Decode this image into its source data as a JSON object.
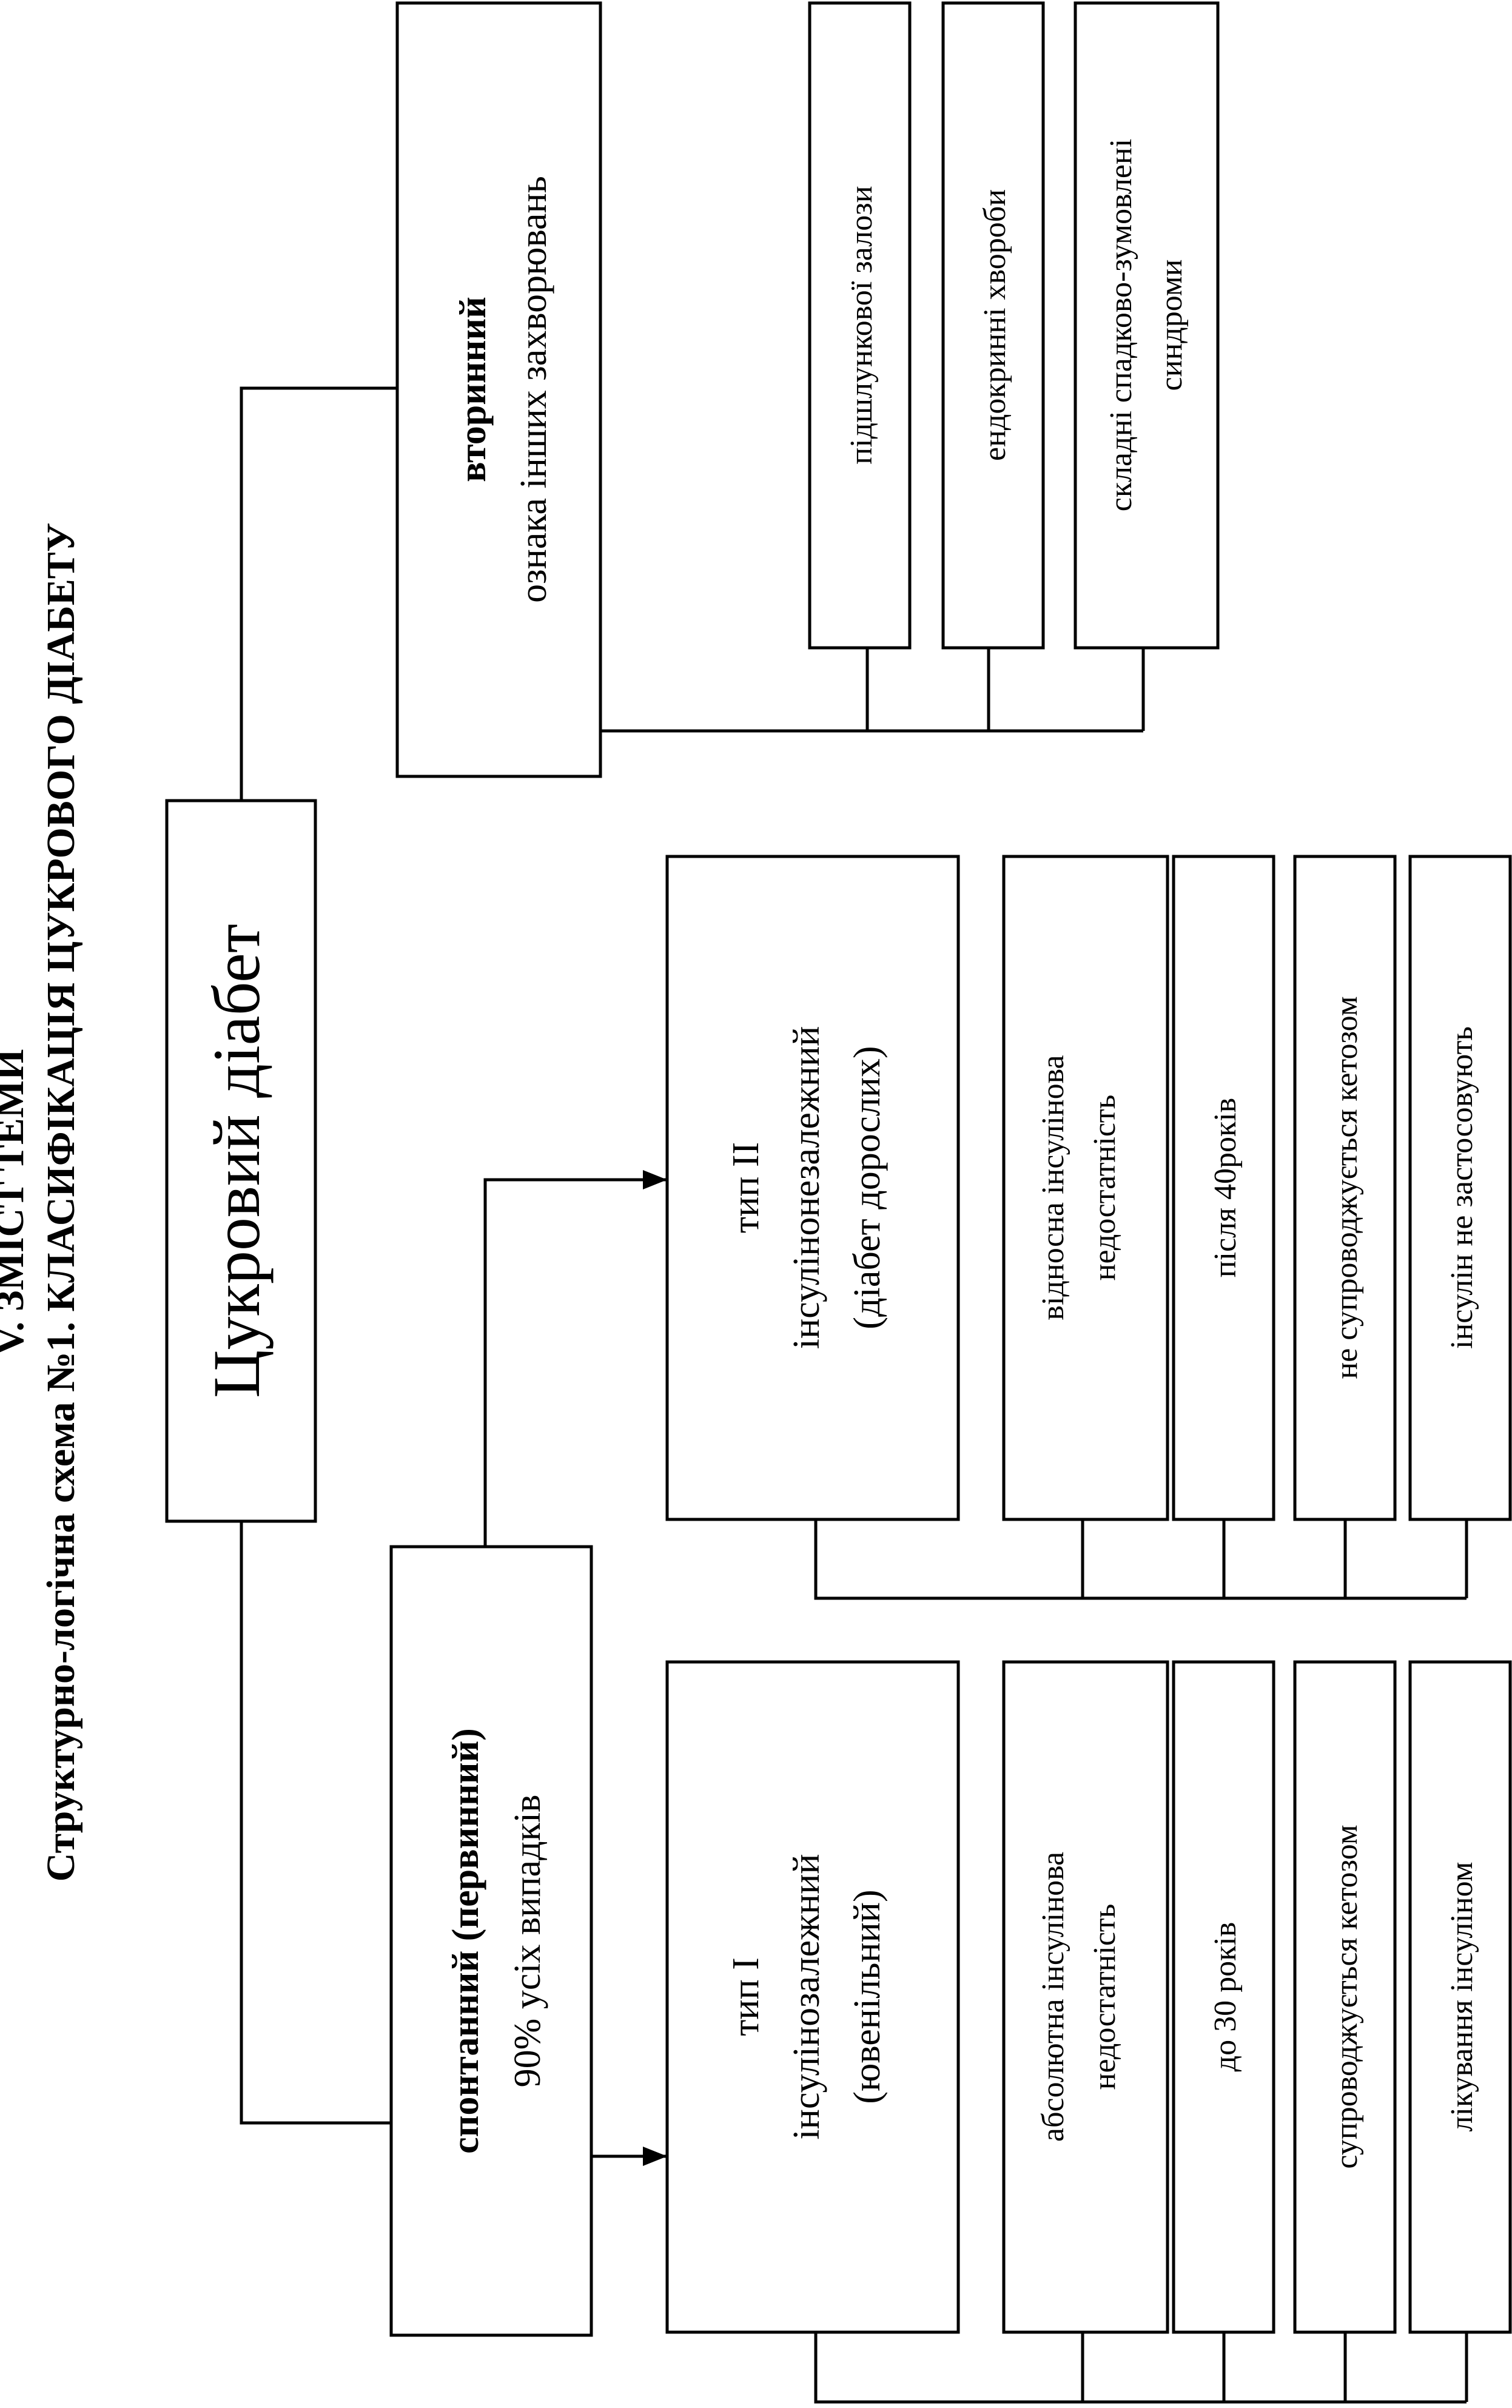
{
  "header": {
    "line1": "V. ЗМІСТ ТЕМИ",
    "line2": "Структурно-логічна схема №1. КЛАСИФІКАЦІЯ ЦУКРОВОГО ДІАБЕТУ"
  },
  "root": {
    "label": "Цукровий діабет"
  },
  "secondary": {
    "title": "вторинний",
    "subtitle": "ознака інших захворювань",
    "items": [
      {
        "label": "підшлункової залози"
      },
      {
        "label": "ендокринні хвороби"
      },
      {
        "line1": "складні спадково-зумовлені",
        "line2": "синдроми"
      }
    ]
  },
  "primary": {
    "title": "спонтанний (первинний)",
    "subtitle": "90% усіх випадків"
  },
  "type1": {
    "line1": "тип І",
    "line2": "інсулінозалежний",
    "line3": "(ювенільний)",
    "features": [
      {
        "line1": "абсолютна інсулінова",
        "line2": "недостатність"
      },
      {
        "label": "до 30 років"
      },
      {
        "label": "супроводжується кетозом"
      },
      {
        "label": "лікування інсуліном"
      }
    ]
  },
  "type2": {
    "line1": "тип ІІ",
    "line2": "інсулінонезалежний",
    "line3": "(діабет дорослих)",
    "features": [
      {
        "line1": "відносна інсулінова",
        "line2": "недостатність"
      },
      {
        "label": "після 40років"
      },
      {
        "label": "не супроводжується кетозом"
      },
      {
        "label": "інсулін не застосовують"
      }
    ]
  }
}
